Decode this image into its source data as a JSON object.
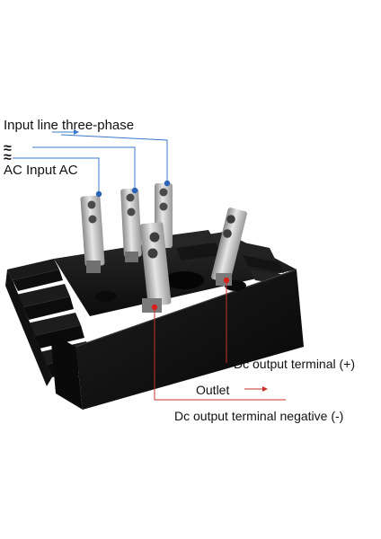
{
  "labels": {
    "input_line": "Input line three-phase",
    "ac_symbol": "≈",
    "ac_input": "AC Input AC",
    "dc_positive": "Dc output terminal (+)",
    "outlet": "Outlet",
    "dc_negative": "Dc output terminal negative (-)"
  },
  "colors": {
    "input_lines": "#3a78c9",
    "output_lines": "#c9302c",
    "heatsink": "#151515",
    "terminal": "#b8b8b8"
  }
}
